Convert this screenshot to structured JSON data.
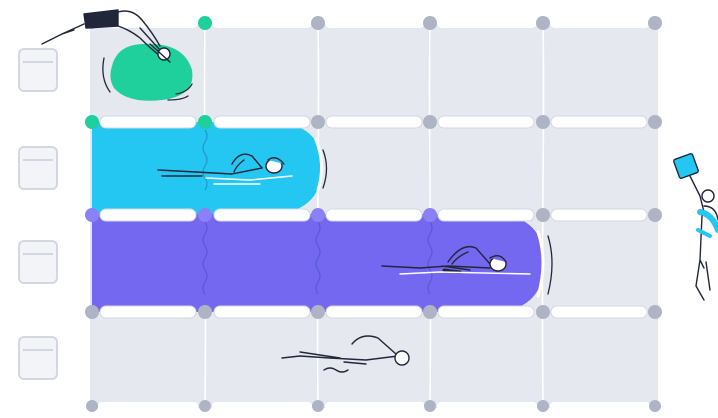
{
  "illustration": {
    "theme": "swimming-pool-lanes-progress",
    "lane_count": 4,
    "column_count": 5,
    "lanes": [
      {
        "name": "lane-1",
        "status": "diving-in",
        "progress": 0.1,
        "accent": "#1fcf9c"
      },
      {
        "name": "lane-2",
        "status": "swimming",
        "progress": 0.41,
        "accent": "#24c7f1"
      },
      {
        "name": "lane-3",
        "status": "swimming",
        "progress": 0.74,
        "accent": "#7568f0"
      },
      {
        "name": "lane-4",
        "status": "swimming",
        "progress": 0.62,
        "accent": "#d8dde8"
      }
    ]
  },
  "colors": {
    "pool_floor": "#e5e8ef",
    "rope_white": "#ffffff",
    "post": "#aeb4c3",
    "outline": "#22263a",
    "cyan_splash": "#24c7f1",
    "purple_splash": "#7568f0",
    "green_splash": "#1fcf9c"
  },
  "icons": [
    "starting-block-icon",
    "diver-icon",
    "swimmer-icon",
    "coach-with-flag-icon"
  ]
}
